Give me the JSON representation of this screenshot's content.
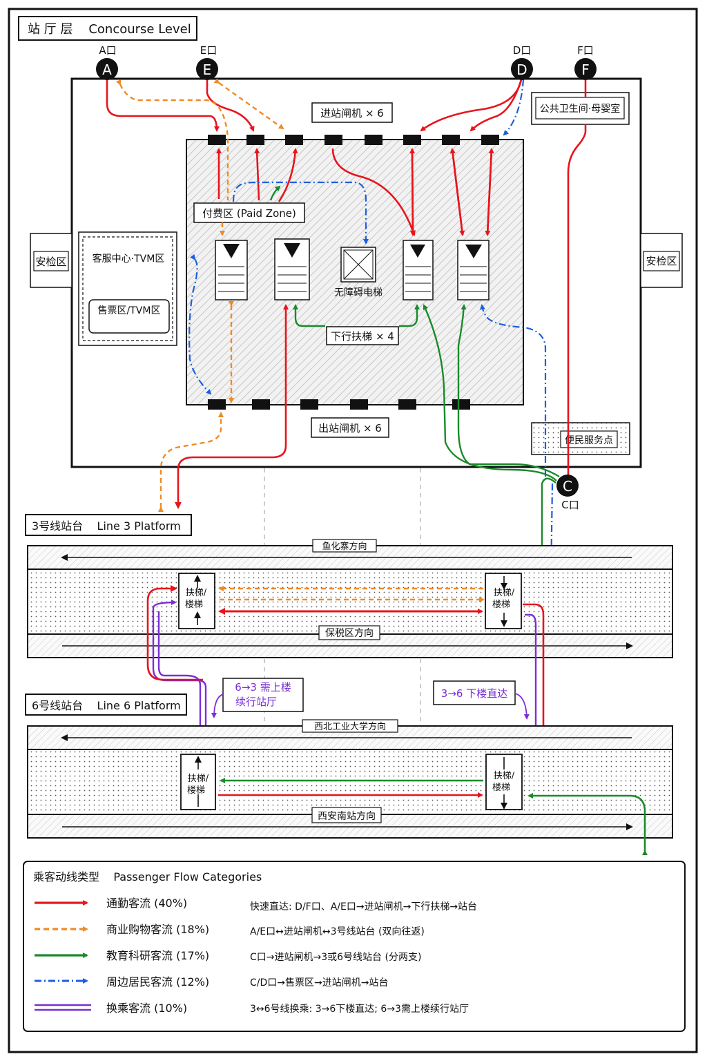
{
  "concourse": {
    "title": "站 厅 层    Concourse Level",
    "paid_zone": "付费区 (Paid Zone)",
    "entry_gates": "进站闸机 × 6",
    "exit_gates": "出站闸机 × 6",
    "service_center": "客服中心·TVM区",
    "ticket_area": "售票区/TVM区",
    "elevator": "无障碍电梯",
    "escalators": "下行扶梯 × 4",
    "security_left": "安检区",
    "security_right": "安检区",
    "restroom": "公共卫生间·母婴室",
    "convenience": "便民服务点"
  },
  "exits": [
    {
      "letter": "A",
      "label": "A口"
    },
    {
      "letter": "E",
      "label": "E口"
    },
    {
      "letter": "D",
      "label": "D口"
    },
    {
      "letter": "F",
      "label": "F口"
    },
    {
      "letter": "C",
      "label": "C口"
    }
  ],
  "line3": {
    "title": "3号线站台    Line 3 Platform",
    "dir_top": "鱼化寨方向",
    "dir_bottom": "保税区方向",
    "stair_left": [
      "扶梯/",
      "楼梯"
    ],
    "stair_right": [
      "扶梯/",
      "楼梯"
    ]
  },
  "line6": {
    "title": "6号线站台    Line 6 Platform",
    "dir_top": "西北工业大学方向",
    "dir_bottom": "西安南站方向",
    "stair_left": [
      "扶梯/",
      "楼梯"
    ],
    "stair_right": [
      "扶梯/",
      "楼梯"
    ]
  },
  "callouts": {
    "transfer_up": [
      "6→3 需上楼",
      "续行站厅"
    ],
    "transfer_down": "3→6 下楼直达"
  },
  "legend": {
    "title": "乘客动线类型    Passenger Flow Categories",
    "items": [
      {
        "label": "通勤客流 (40%)",
        "desc": "快速直达: D/F口、A/E口→进站闸机→下行扶梯→站台",
        "color": "#e8141b",
        "style": "solid"
      },
      {
        "label": "商业购物客流 (18%)",
        "desc": "A/E口↔进站闸机↔3号线站台 (双向往返)",
        "color": "#f08a24",
        "style": "dashed"
      },
      {
        "label": "教育科研客流 (17%)",
        "desc": "C口→进站闸机→3或6号线站台 (分两支)",
        "color": "#1a8a2a",
        "style": "solid"
      },
      {
        "label": "周边居民客流 (12%)",
        "desc": "C/D口→售票区→进站闸机→站台",
        "color": "#1c5ee0",
        "style": "dashdot"
      },
      {
        "label": "换乘客流 (10%)",
        "desc": "3↔6号线换乘: 3→6下楼直达; 6→3需上楼续行站厅",
        "color": "#7a2ed6",
        "style": "double"
      }
    ]
  },
  "colors": {
    "commute": "#e8141b",
    "shopping": "#f08a24",
    "education": "#1a8a2a",
    "resident": "#1c5ee0",
    "transfer": "#7a2ed6"
  }
}
